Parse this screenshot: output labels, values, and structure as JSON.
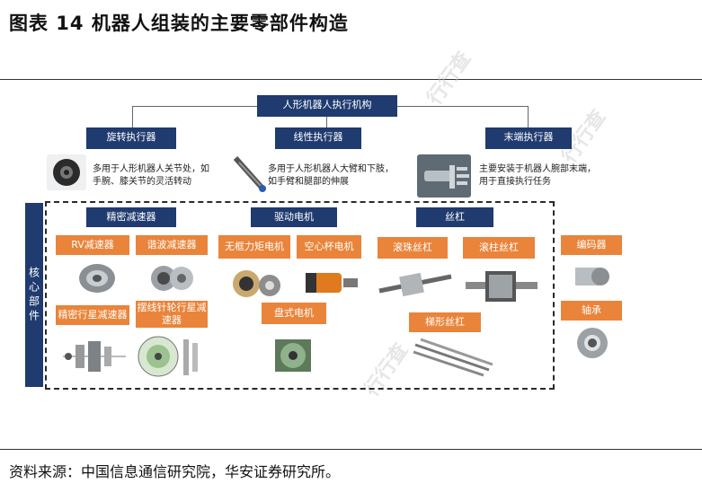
{
  "title": "图表 14  机器人组装的主要零部件构造",
  "root": "人形机器人执行机构",
  "actuators": [
    {
      "label": "旋转执行器",
      "desc1": "多用于人形机器人关节处，如",
      "desc2": "手腕、膝关节的灵活转动"
    },
    {
      "label": "线性执行器",
      "desc1": "多用于人形机器人大臂和下肢，",
      "desc2": "如手臂和腿部的伸展"
    },
    {
      "label": "末端执行器",
      "desc1": "主要安装于机器人腕部末端，",
      "desc2": "用于直接执行任务"
    }
  ],
  "core_label": "核心部件",
  "groups": {
    "reducer": {
      "label": "精密减速器",
      "items": [
        "RV减速器",
        "谐波减速器",
        "精密行星减速器",
        "摆线针轮行星减速器"
      ]
    },
    "motor": {
      "label": "驱动电机",
      "items": [
        "无框力矩电机",
        "空心杯电机",
        "盘式电机"
      ]
    },
    "screw": {
      "label": "丝杠",
      "items": [
        "滚珠丝杠",
        "滚柱丝杠",
        "梯形丝杠"
      ]
    },
    "others": [
      "编码器",
      "轴承"
    ]
  },
  "watermark": "行行查",
  "source": "资料来源：中国信息通信研究院，华安证券研究所。",
  "colors": {
    "navy": "#1f3b6f",
    "orange": "#e9843a"
  }
}
